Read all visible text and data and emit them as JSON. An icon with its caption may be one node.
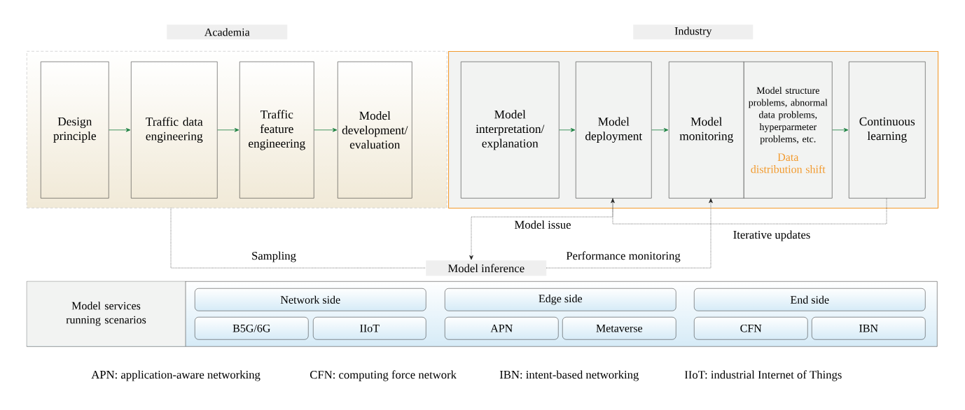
{
  "diagram": {
    "nodes": [
      {
        "text": [
          "Academia"
        ]
      },
      {
        "text": [
          "Design principle"
        ],
        "in": 0
      },
      {
        "text": [
          "Traffic data engineering"
        ],
        "in": 0
      },
      {
        "text": [
          "Traffic feature engineering"
        ],
        "in": 0
      },
      {
        "text": [
          "Model development/evaluation"
        ],
        "in": 0
      },
      {
        "text": [
          "Industry"
        ]
      },
      {
        "text": [
          "Model interpretation/explanation"
        ],
        "in": 5
      },
      {
        "text": [
          "Model deployment"
        ],
        "in": 5
      },
      {
        "text": [
          "Model monitoring"
        ],
        "in": 5
      },
      {
        "text": [
          "Model structure problems, abnormal data problems, hyperparmeter problems, etc.",
          "Data distribution shift"
        ],
        "in": 5
      },
      {
        "text": [
          "Continuous learning"
        ],
        "in": 5
      },
      {
        "text": [
          "Model inference"
        ]
      },
      {
        "text": [
          "Model services running scenarios"
        ]
      },
      {
        "text": [
          "Network side"
        ],
        "in": 12
      },
      {
        "text": [
          "B5G/6G"
        ],
        "in": 12
      },
      {
        "text": [
          "IIoT"
        ],
        "in": 12
      },
      {
        "text": [
          "Edge side"
        ],
        "in": 12
      },
      {
        "text": [
          "APN"
        ],
        "in": 12
      },
      {
        "text": [
          "Metaverse"
        ],
        "in": 12
      },
      {
        "text": [
          "End side"
        ],
        "in": 12
      },
      {
        "text": [
          "CFN"
        ],
        "in": 12
      },
      {
        "text": [
          "IBN"
        ],
        "in": 12
      }
    ],
    "edges": [
      {
        "from": 1,
        "to": 2,
        "arrow": "to"
      },
      {
        "from": 2,
        "to": 3,
        "arrow": "to"
      },
      {
        "from": 3,
        "to": 4,
        "arrow": "to"
      },
      {
        "from": 6,
        "to": 7,
        "arrow": "to"
      },
      {
        "from": 7,
        "to": 8,
        "arrow": "to"
      },
      {
        "from": 9,
        "to": 10,
        "arrow": "to"
      },
      {
        "from": 0,
        "to": 11,
        "arrow": "none",
        "label": "Sampling",
        "style": "dashed",
        "color": "#222222"
      },
      {
        "from": 7,
        "to": 11,
        "arrow": "to",
        "label": "Model issue",
        "style": "dashed",
        "color": "#222222"
      },
      {
        "from": 11,
        "to": 8,
        "arrow": "to",
        "label": "Performance monitoring",
        "style": "dashed",
        "color": "#222222"
      },
      {
        "from": 10,
        "to": 7,
        "arrow": "to",
        "label": "Iterative updates",
        "style": "dashed",
        "color": "#222222"
      }
    ],
    "labels": [
      "APN: application-aware networking",
      "CFN: computing force network",
      "IBN: intent-based networking",
      "IIoT: industrial Internet of Things"
    ]
  }
}
